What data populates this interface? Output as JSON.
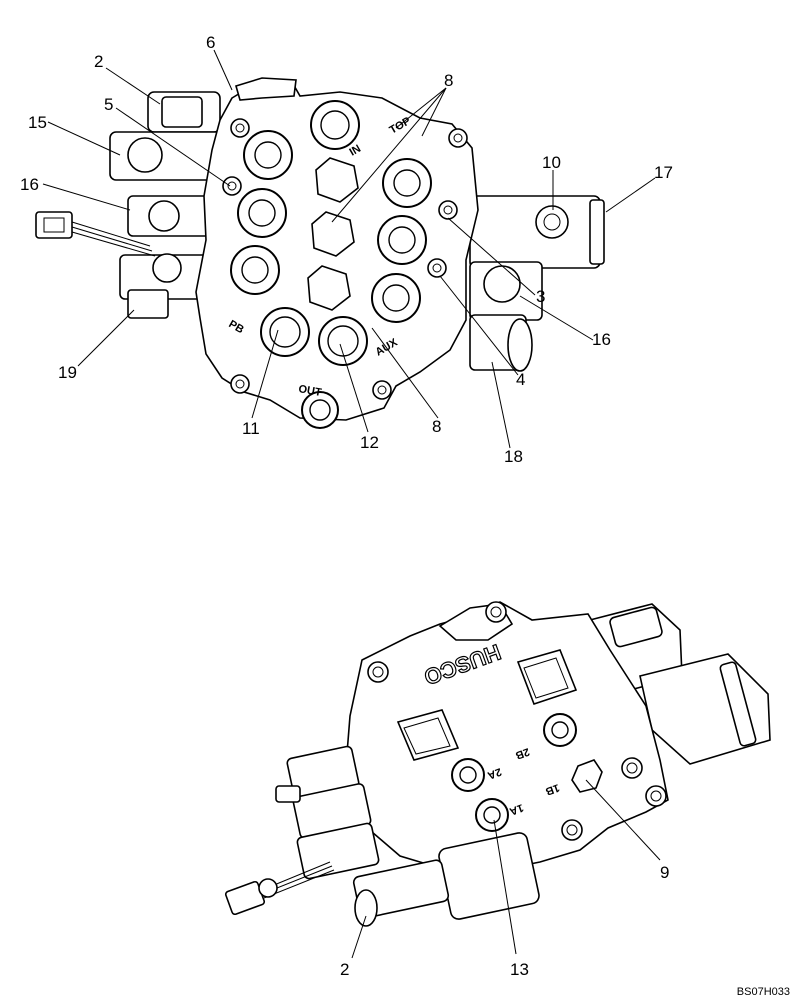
{
  "drawing_code": "BS07H033",
  "top_view": {
    "callouts": [
      "2",
      "6",
      "8",
      "5",
      "15",
      "10",
      "17",
      "16",
      "3",
      "16",
      "4",
      "19",
      "11",
      "12",
      "8",
      "18"
    ],
    "stamps": {
      "in": "IN",
      "out": "OUT",
      "pb": "PB",
      "aux": "AUX",
      "top": "TOP"
    }
  },
  "bottom_view": {
    "brand": "HUSCO",
    "callouts": [
      "9",
      "2",
      "13"
    ],
    "stamps": {
      "a2": "2A",
      "b2": "2B",
      "a1": "1A",
      "b1": "1B"
    }
  }
}
